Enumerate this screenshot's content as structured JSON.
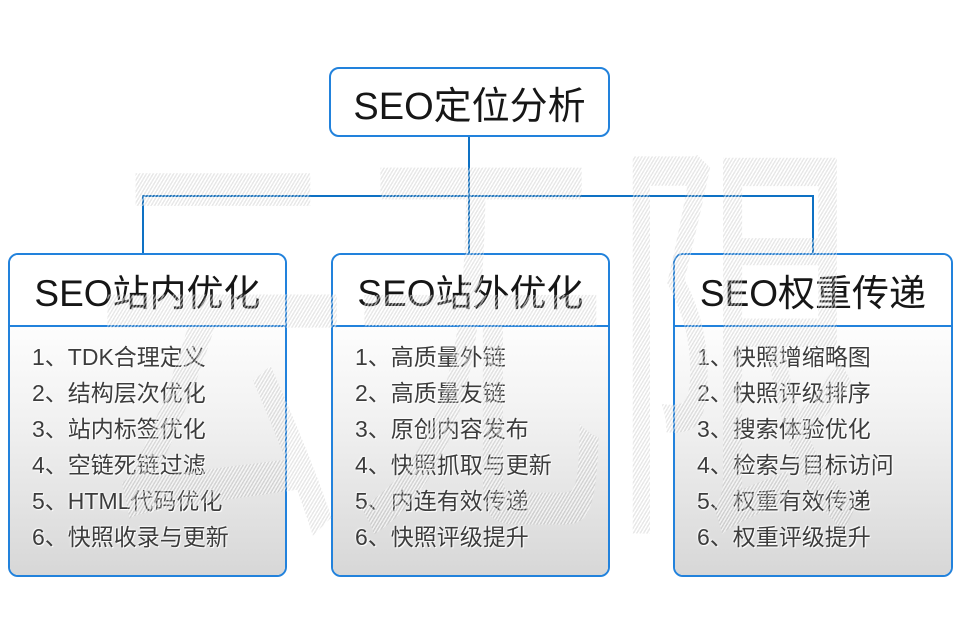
{
  "watermark": {
    "text": "云无限"
  },
  "root": {
    "title": "SEO定位分析"
  },
  "columns": [
    {
      "title": "SEO站内优化",
      "items": [
        "1、TDK合理定义",
        "2、结构层次优化",
        "3、站内标签优化",
        "4、空链死链过滤",
        "5、HTML代码优化",
        "6、快照收录与更新"
      ]
    },
    {
      "title": "SEO站外优化",
      "items": [
        "1、高质量外链",
        "2、高质量友链",
        "3、原创内容发布",
        "4、快照抓取与更新",
        "5、内连有效传递",
        "6、快照评级提升"
      ]
    },
    {
      "title": "SEO权重传递",
      "items": [
        "1、快照增缩略图",
        "2、快照评级排序",
        "3、搜索体验优化",
        "4、检索与目标访问",
        "5、权重有效传递",
        "6、权重评级提升"
      ]
    }
  ],
  "colors": {
    "connector_line": "#0e71c4",
    "box_border": "#2282dc",
    "title_text": "#161616",
    "item_text": "#3c3c3c",
    "panel_gradient_top": "#fdfdfd",
    "panel_gradient_bottom": "#d7d7d7",
    "watermark_gray": "#ececec"
  }
}
